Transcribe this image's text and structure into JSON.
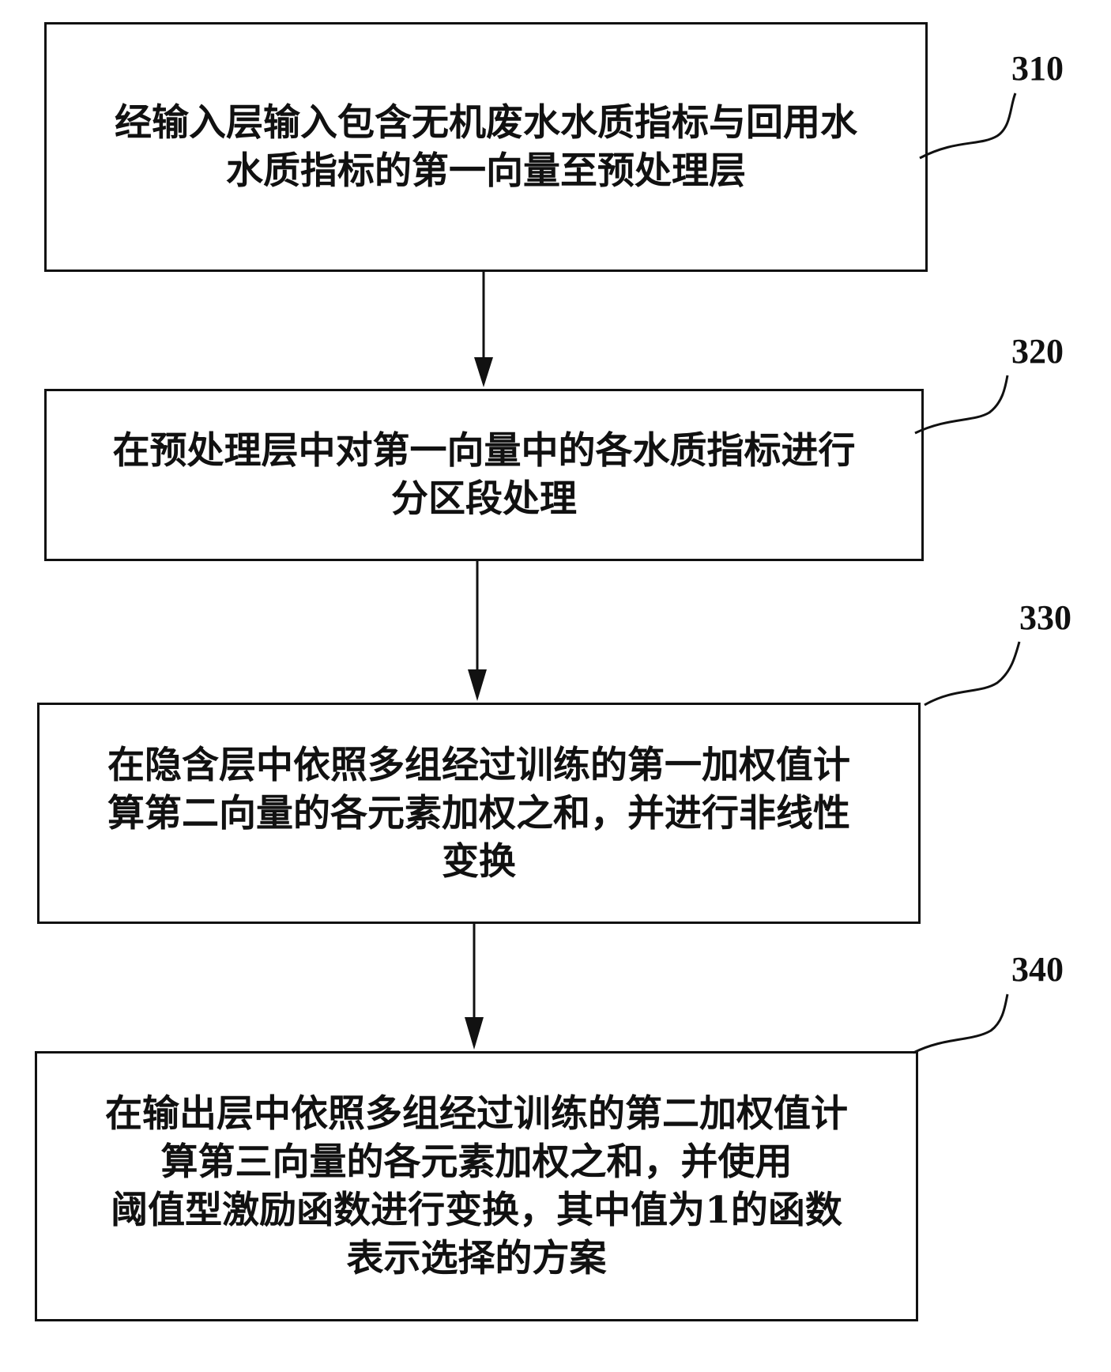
{
  "steps": [
    {
      "id": "310",
      "text": "经输入层输入包含无机废水水质指标与回用水\n水质指标的第一向量至预处理层"
    },
    {
      "id": "320",
      "text": "在预处理层中对第一向量中的各水质指标进行\n分区段处理"
    },
    {
      "id": "330",
      "text": "在隐含层中依照多组经过训练的第一加权值计\n算第二向量的各元素加权之和，并进行非线性\n变换"
    },
    {
      "id": "340",
      "text": "在输出层中依照多组经过训练的第二加权值计\n算第三向量的各元素加权之和，并使用\n阈值型激励函数进行变换，其中值为1的函数\n表示选择的方案"
    }
  ]
}
